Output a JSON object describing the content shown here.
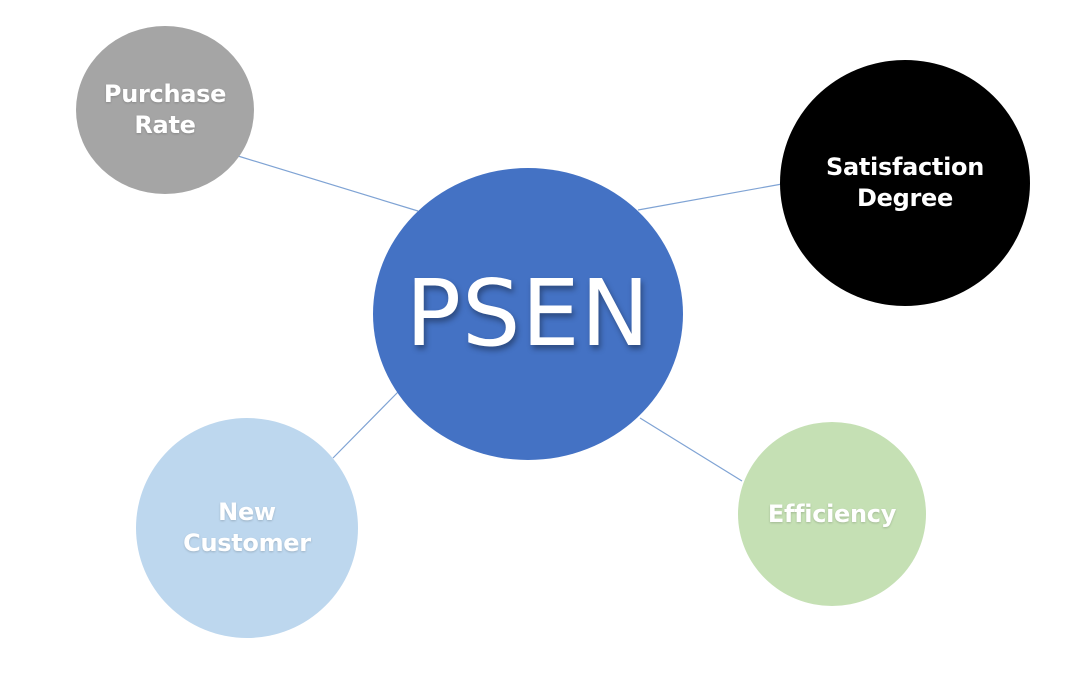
{
  "diagram": {
    "center": {
      "label": "PSEN",
      "color": "#4472c4"
    },
    "nodes": [
      {
        "label": "Purchase\nRate",
        "color": "#a5a5a5"
      },
      {
        "label": "Satisfaction\nDegree",
        "color": "#000000"
      },
      {
        "label": "New\nCustomer",
        "color": "#bdd7ee"
      },
      {
        "label": "Efficiency",
        "color": "#c5e0b4"
      }
    ]
  }
}
